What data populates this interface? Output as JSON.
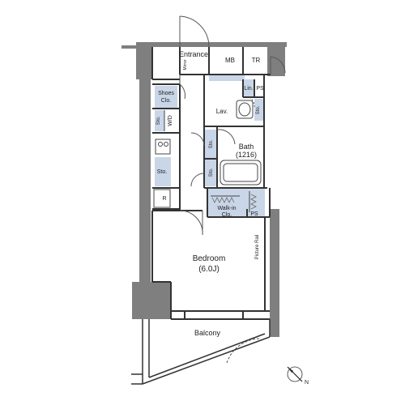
{
  "rooms": {
    "entrance": "Entrance",
    "mirror": "Mirror",
    "mb": "MB",
    "tr": "TR",
    "lin": "Lin.",
    "ps_top": "PS",
    "lav": "Lav.",
    "sto_lav": "Sto.",
    "shoes_line1": "Shoes",
    "shoes_line2": "Clo.",
    "sto_left": "Sto.",
    "wd": "W/D",
    "bath": "Bath",
    "bath_size": "(1216)",
    "sto_mid1": "Sto.",
    "sto_mid2": "Sto.",
    "sto_kitchen": "Sto.",
    "fridge": "R",
    "walkin_line1": "Walk-in",
    "walkin_line2": "Clo.",
    "ps_bottom": "PS",
    "picture_rail": "Picture Rail",
    "bedroom": "Bedroom",
    "bedroom_size": "(6.0J)",
    "balcony": "Balcony"
  },
  "compass": {
    "label": "N"
  },
  "colors": {
    "wall": "#7f7f7f",
    "storage": "#c9d6e8",
    "line": "#333333"
  }
}
